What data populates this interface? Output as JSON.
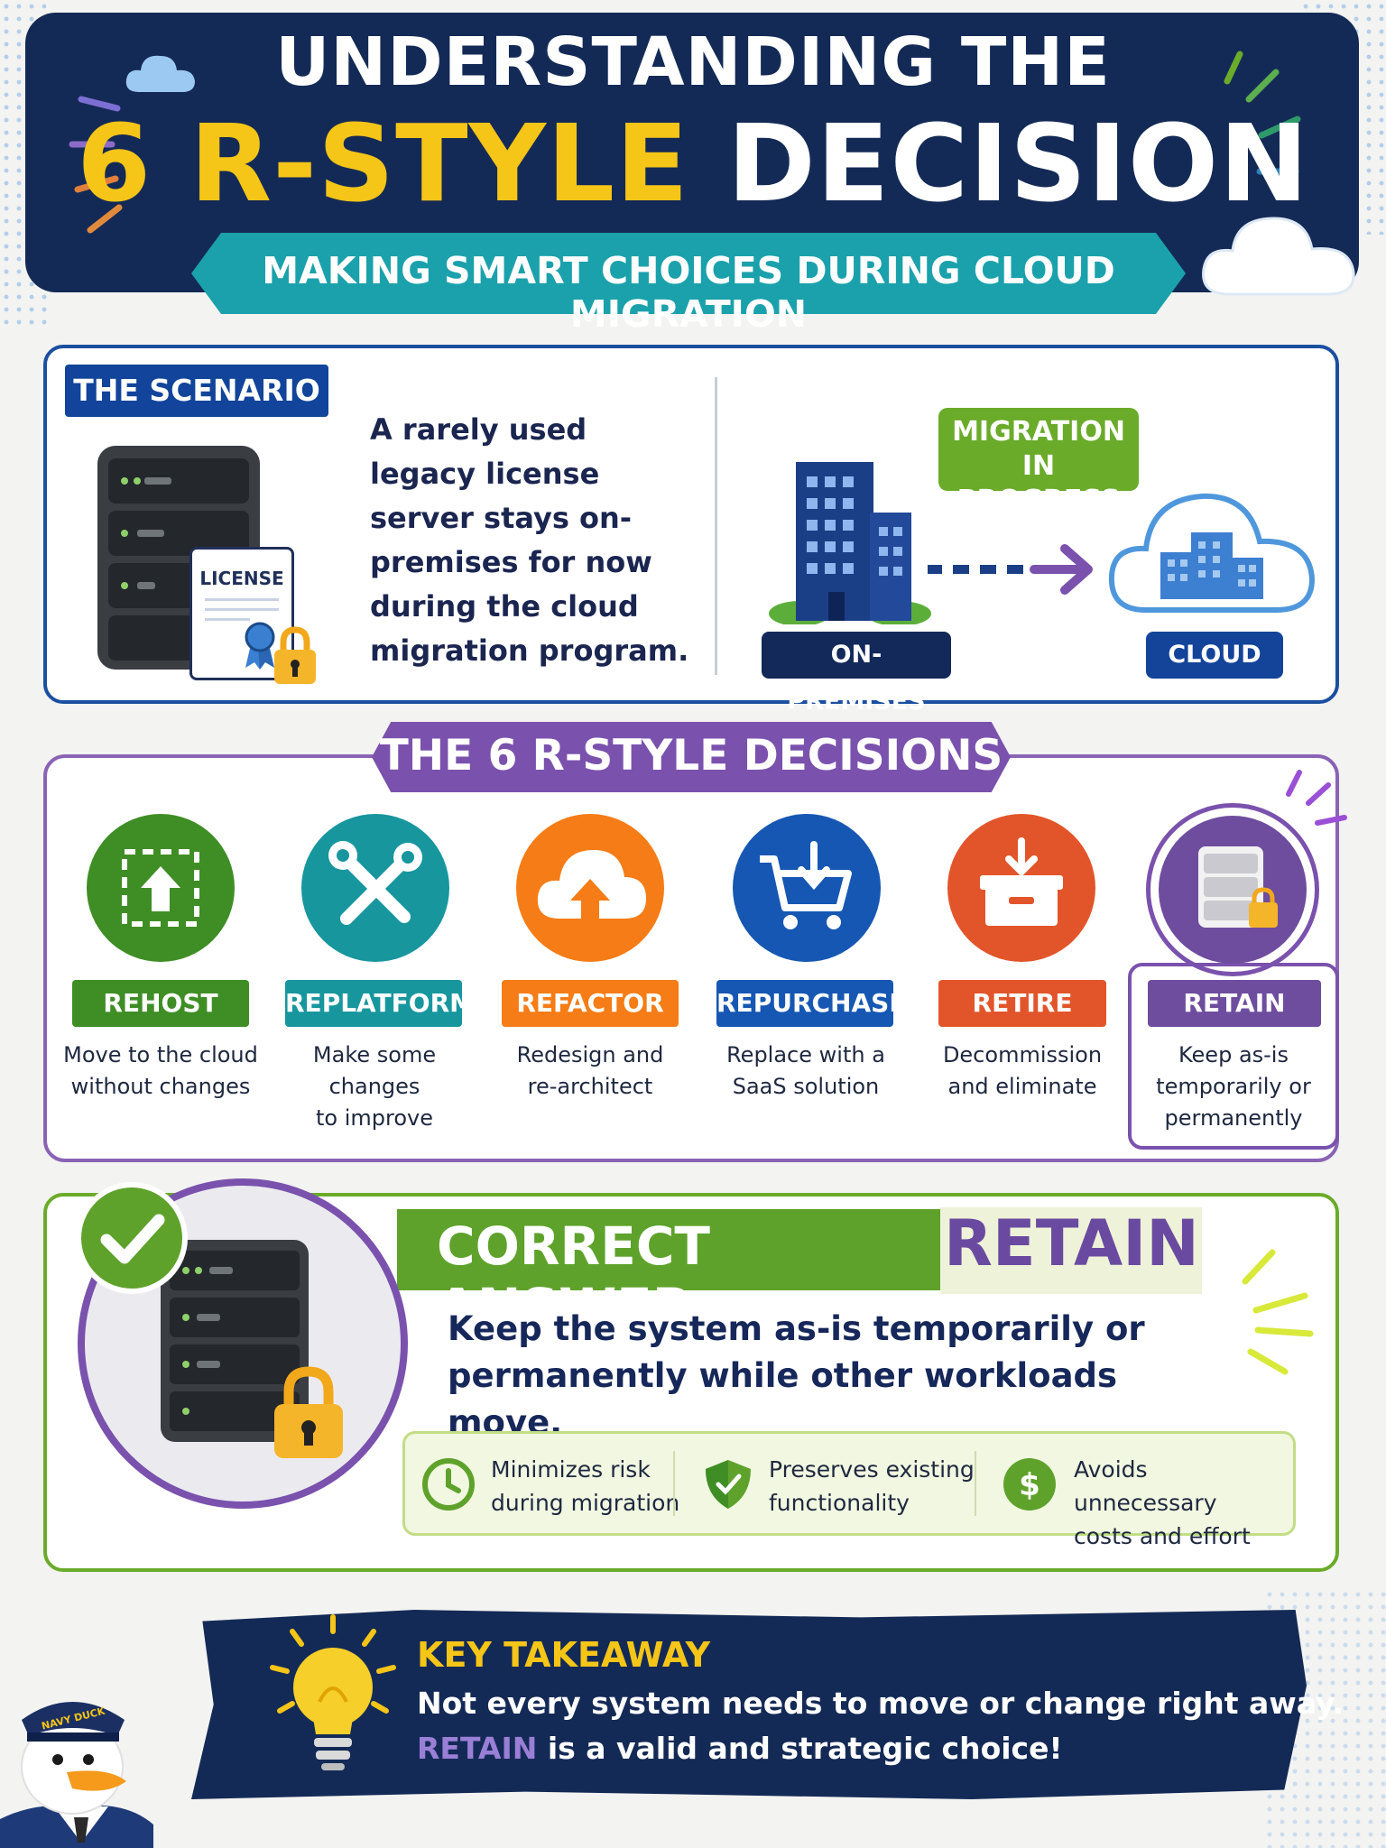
{
  "header": {
    "title_line1": "UNDERSTANDING THE",
    "title_line2_highlight": "6 R-STYLE",
    "title_line2_rest": "DECISION",
    "subtitle": "MAKING SMART CHOICES DURING CLOUD MIGRATION"
  },
  "scenario": {
    "tag": "THE SCENARIO",
    "license_label": "LICENSE",
    "description": "A rarely used legacy license server stays on-premises for now during the cloud migration program.",
    "migration_badge_line1": "MIGRATION",
    "migration_badge_line2": "IN PROGRESS",
    "onprem_label": "ON-PREMISES",
    "cloud_label": "CLOUD"
  },
  "decisions": {
    "title": "THE 6 R-STYLE DECISIONS",
    "items": [
      {
        "label": "REHOST",
        "line1": "Move to the cloud",
        "line2": "without changes",
        "line3": "",
        "color": "#3f8e25",
        "icon": "upload-box-icon"
      },
      {
        "label": "REPLATFORM",
        "line1": "Make some changes",
        "line2": "to improve",
        "line3": "",
        "color": "#17969e",
        "icon": "tools-icon"
      },
      {
        "label": "REFACTOR",
        "line1": "Redesign and",
        "line2": "re-architect",
        "line3": "",
        "color": "#f57c16",
        "icon": "cloud-upload-icon"
      },
      {
        "label": "REPURCHASE",
        "line1": "Replace with a",
        "line2": "SaaS solution",
        "line3": "",
        "color": "#1657b3",
        "icon": "cart-icon"
      },
      {
        "label": "RETIRE",
        "line1": "Decommission",
        "line2": "and eliminate",
        "line3": "",
        "color": "#e2552a",
        "icon": "archive-box-icon"
      },
      {
        "label": "RETAIN",
        "line1": "Keep as-is",
        "line2": "temporarily or",
        "line3": "permanently",
        "color": "#6e4d9e",
        "icon": "locked-server-icon"
      }
    ]
  },
  "answer": {
    "label": "CORRECT ANSWER:",
    "value": "RETAIN",
    "desc_line1": "Keep the system as-is temporarily or",
    "desc_line2": "permanently while other workloads move.",
    "benefits": [
      {
        "line1": "Minimizes risk",
        "line2": "during migration",
        "icon": "clock-icon"
      },
      {
        "line1": "Preserves existing",
        "line2": "functionality",
        "icon": "shield-icon"
      },
      {
        "line1": "Avoids unnecessary",
        "line2": "costs and effort",
        "icon": "dollar-icon"
      }
    ]
  },
  "takeaway": {
    "title": "KEY TAKEAWAY",
    "line1": "Not every system needs to move or change right away.",
    "line2_highlight": "RETAIN",
    "line2_rest": " is a valid and strategic choice!",
    "mascot_cap_text": "NAVY DUCK"
  },
  "colors": {
    "navy": "#142a56",
    "teal": "#1ba1ab",
    "yellow": "#f5c518",
    "purple": "#7a52ad",
    "green": "#5ea22b",
    "blue": "#1b4fa0"
  }
}
